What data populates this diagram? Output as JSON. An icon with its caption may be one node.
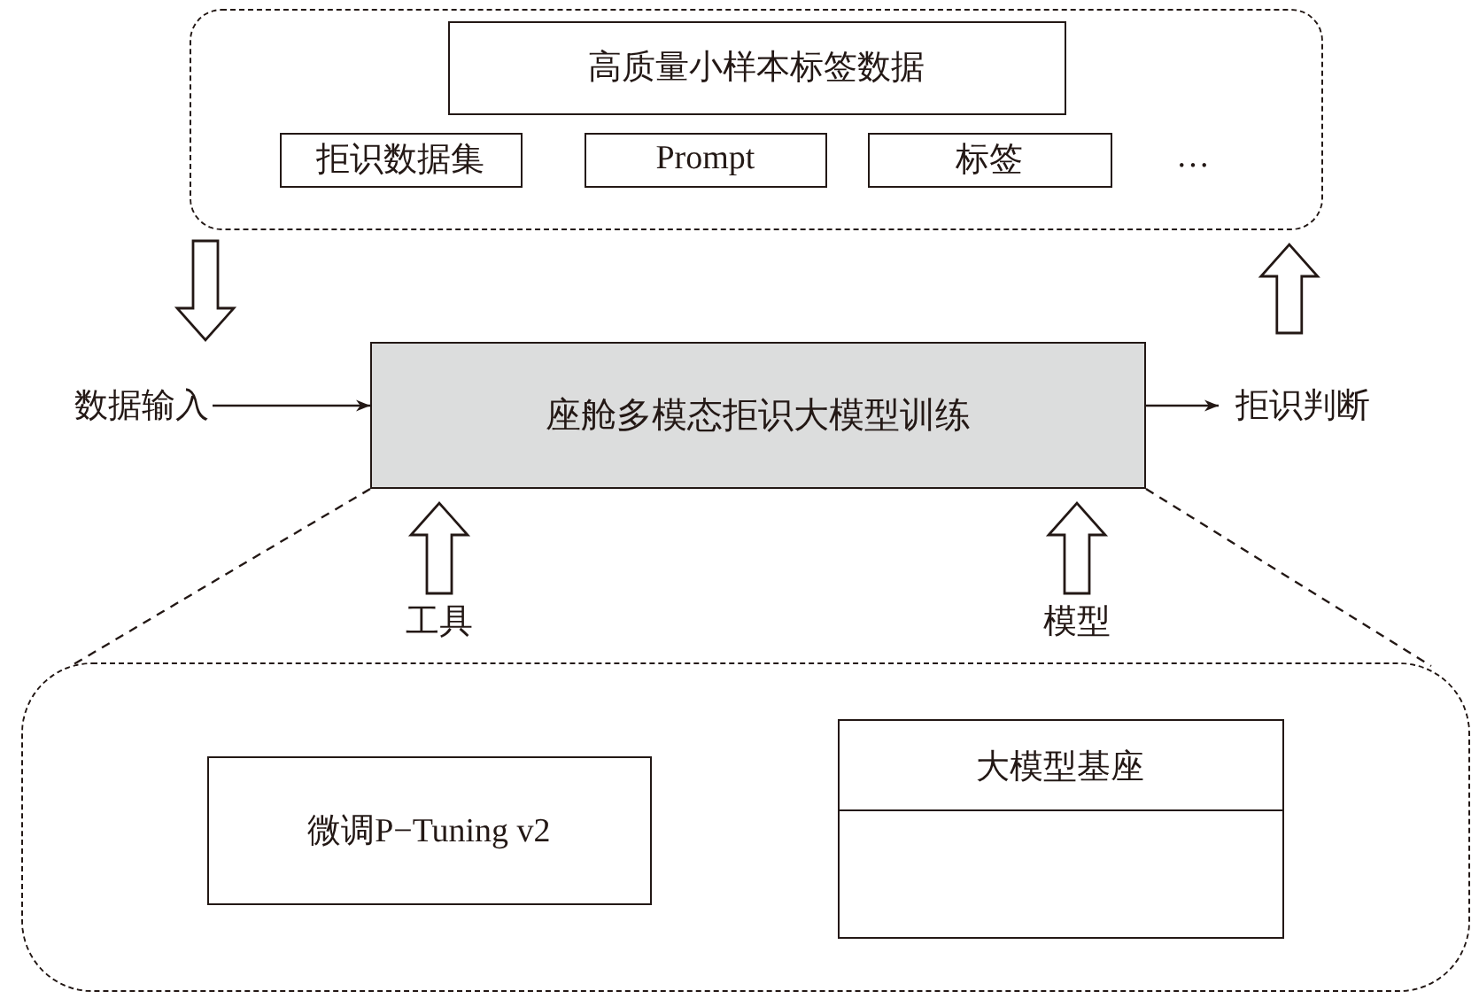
{
  "diagram": {
    "nodes": [
      {
        "text": [],
        "shape": "box"
      },
      {
        "text": [
          "高质量小样本标签数据"
        ],
        "in": 0
      },
      {
        "text": [
          "拒识数据集"
        ],
        "in": 0
      },
      {
        "text": [
          "Prompt"
        ],
        "in": 0
      },
      {
        "text": [
          "标签"
        ],
        "in": 0
      },
      {
        "text": [
          "数据输入"
        ]
      },
      {
        "text": [
          "座舱多模态拒识大模型训练"
        ]
      },
      {
        "text": [
          "拒识判断"
        ]
      },
      {
        "text": [
          "工具"
        ]
      },
      {
        "text": [
          "模型"
        ]
      },
      {
        "text": [],
        "shape": "box"
      },
      {
        "text": [
          "微调P−Tuning v2"
        ],
        "in": 10
      },
      {
        "text": [
          "大模型基座"
        ],
        "in": 10
      },
      {
        "text": [],
        "shape": "box",
        "in": 12
      }
    ],
    "edges": [
      {
        "from": 5,
        "to": 6,
        "arrow": "to"
      },
      {
        "from": 6,
        "to": 7,
        "arrow": "to"
      },
      {
        "from": 0,
        "to": 5,
        "arrow": "to",
        "style": "thick"
      },
      {
        "from": 7,
        "to": 0,
        "arrow": "to",
        "style": "thick"
      },
      {
        "from": 8,
        "to": 6,
        "arrow": "to",
        "style": "thick"
      },
      {
        "from": 9,
        "to": 6,
        "arrow": "to",
        "style": "thick"
      },
      {
        "from": 6,
        "to": 10,
        "arrow": "none",
        "style": "dashed"
      },
      {
        "from": 6,
        "to": 10,
        "arrow": "none",
        "style": "dashed"
      }
    ],
    "labels": [
      "…"
    ]
  }
}
